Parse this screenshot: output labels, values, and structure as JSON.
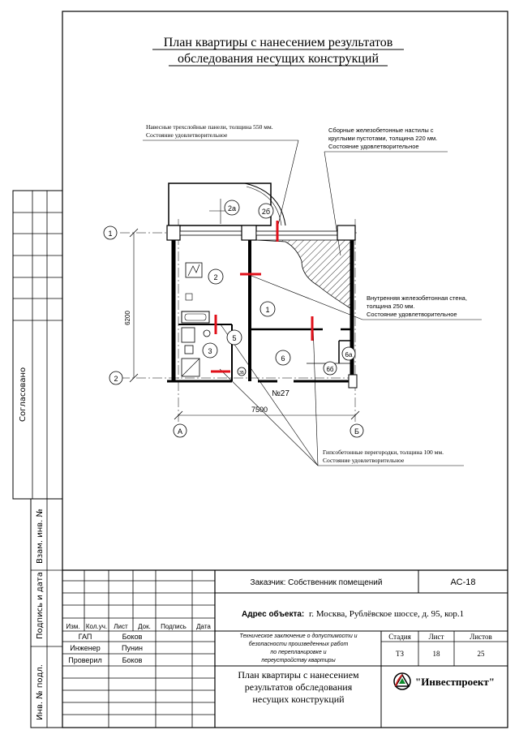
{
  "title": {
    "line1": "План квартиры с нанесением результатов",
    "line2": "обследования несущих конструкций"
  },
  "notes": {
    "panels": {
      "line1": "Навесные трехслойные панели, толщина 550 мм.",
      "line2": "Состояние удовлетворительное"
    },
    "slabs": {
      "line1": "Сборные железобетонные настилы с",
      "line2": "круглыми пустотами, толщина 220 мм.",
      "line3": "Состояние удовлетворительное"
    },
    "inner_wall": {
      "line1": "Внутренняя железобетонная стена,",
      "line2": "толщина 250 мм.",
      "line3": "Состояние удовлетворительное"
    },
    "partitions": {
      "line1": "Гипсобетонные перегородки, толщина 100 мм.",
      "line2": "Состояние удовлетворительное"
    }
  },
  "plan": {
    "rooms": {
      "r1": "1",
      "r2": "2",
      "r2a": "2а",
      "r2b": "2б",
      "r3": "3",
      "r5": "5",
      "r6": "6",
      "r6a": "6а",
      "r6b": "6б"
    },
    "apartment_number": "№27",
    "axes": {
      "a1": "1",
      "a2": "2",
      "aA": "А",
      "aB": "Б"
    },
    "dims": {
      "vertical": "6200",
      "horizontal": "7500"
    },
    "fixture": "3Б"
  },
  "side_stamp": {
    "soglasovano": "Согласовано",
    "vzam": "Взам. инв. №",
    "podpis": "Подпись и дата",
    "inv": "Инв. № подл."
  },
  "title_block": {
    "customer": "Заказчик: Собственник помещений",
    "code": "АС-18",
    "address_label": "Адрес объекта:",
    "address_value": "г. Москва, Рублёвское шоссе, д. 95, кор.1",
    "cols": {
      "izm": "Изм.",
      "koluch": "Кол.уч.",
      "list": "Лист",
      "dok": "Док.",
      "podpis": "Подпись",
      "data": "Дата"
    },
    "roles": [
      {
        "role": "ГАП",
        "name": "Боков"
      },
      {
        "role": "Инженер",
        "name": "Пунин"
      },
      {
        "role": "Проверил",
        "name": "Боков"
      }
    ],
    "doc_title": {
      "line1": "Техническое заключение о допустимости и",
      "line2": "безопасности произведенных работ",
      "line3": "по перепланировке и",
      "line4": "переустройству квартиры"
    },
    "stage_h": "Стадия",
    "sheet_h": "Лист",
    "sheets_h": "Листов",
    "stage": "ТЗ",
    "sheet": "18",
    "sheets": "25",
    "sheet_title": {
      "line1": "План квартиры с нанесением",
      "line2": "результатов обследования",
      "line3": "несущих конструкций"
    },
    "company": "\"Инвестпроект\""
  },
  "colors": {
    "defect_mark": "#e0101a",
    "lines": "#000000"
  }
}
